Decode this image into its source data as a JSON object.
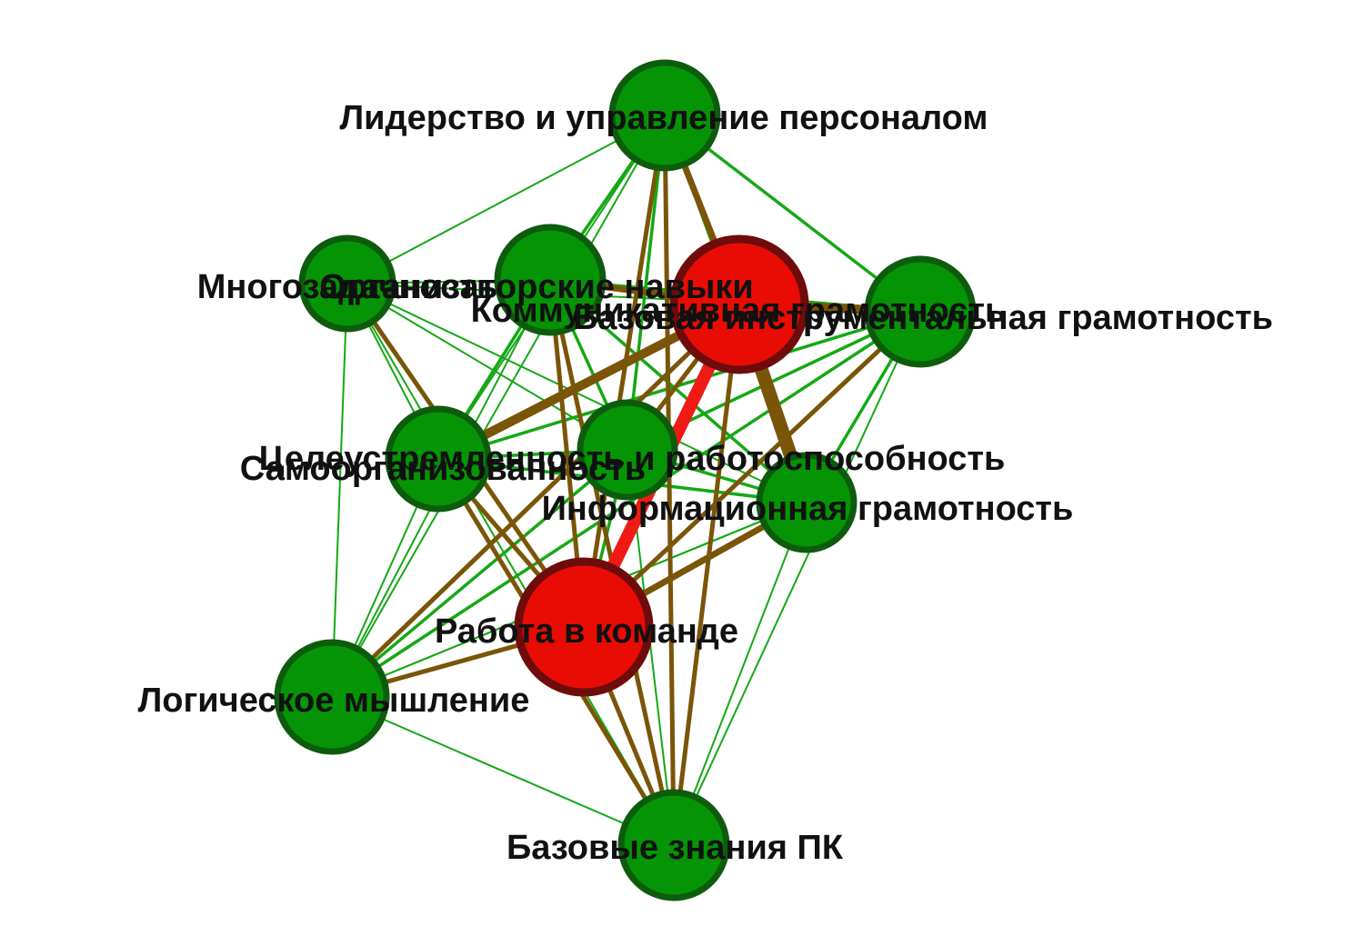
{
  "colors": {
    "background": "#ffffff",
    "node_green_fill": "#059405",
    "node_green_stroke": "#0d5c0d",
    "node_red_fill": "#e80c04",
    "node_red_stroke": "#6e0c0c",
    "edge_green": "#15a815",
    "edge_brown": "#7a5508",
    "edge_red": "#f01a14",
    "label": "#111111"
  },
  "nodes": [
    {
      "id": "leadership",
      "label": "Лидерство и управление персоналом",
      "type": "green"
    },
    {
      "id": "multitasking",
      "label": "Многозадачность",
      "type": "green"
    },
    {
      "id": "organizational",
      "label": "Организаторские навыки",
      "type": "green"
    },
    {
      "id": "communicative",
      "label": "Коммуникативная грамотность",
      "type": "red"
    },
    {
      "id": "basic_instrumental",
      "label": "Базовая инструментальная грамотность",
      "type": "green"
    },
    {
      "id": "purposefulness",
      "label": "Целеустремленность и работоспособность",
      "type": "green"
    },
    {
      "id": "self_organization",
      "label": "Самоорганизованность",
      "type": "green"
    },
    {
      "id": "informational",
      "label": "Информационная грамотность",
      "type": "green"
    },
    {
      "id": "teamwork",
      "label": "Работа в команде",
      "type": "red"
    },
    {
      "id": "logical",
      "label": "Логическое мышление",
      "type": "green"
    },
    {
      "id": "basic_pc",
      "label": "Базовые знания ПК",
      "type": "green"
    }
  ],
  "edges": [
    {
      "source": "communicative",
      "target": "teamwork",
      "kind": "red",
      "weight": 5
    },
    {
      "source": "communicative",
      "target": "informational",
      "kind": "brown",
      "weight": 5
    },
    {
      "source": "communicative",
      "target": "basic_instrumental",
      "kind": "brown",
      "weight": 4
    },
    {
      "source": "communicative",
      "target": "purposefulness",
      "kind": "brown",
      "weight": 4
    },
    {
      "source": "communicative",
      "target": "leadership",
      "kind": "brown",
      "weight": 3
    },
    {
      "source": "communicative",
      "target": "organizational",
      "kind": "brown",
      "weight": 3
    },
    {
      "source": "communicative",
      "target": "self_organization",
      "kind": "brown",
      "weight": 2
    },
    {
      "source": "communicative",
      "target": "basic_pc",
      "kind": "brown",
      "weight": 2
    },
    {
      "source": "communicative",
      "target": "logical",
      "kind": "brown",
      "weight": 2
    },
    {
      "source": "teamwork",
      "target": "informational",
      "kind": "brown",
      "weight": 3
    },
    {
      "source": "teamwork",
      "target": "logical",
      "kind": "brown",
      "weight": 2
    },
    {
      "source": "teamwork",
      "target": "basic_pc",
      "kind": "brown",
      "weight": 2
    },
    {
      "source": "teamwork",
      "target": "leadership",
      "kind": "brown",
      "weight": 2
    },
    {
      "source": "teamwork",
      "target": "basic_instrumental",
      "kind": "brown",
      "weight": 2
    },
    {
      "source": "teamwork",
      "target": "purposefulness",
      "kind": "brown",
      "weight": 2
    },
    {
      "source": "teamwork",
      "target": "multitasking",
      "kind": "brown",
      "weight": 2
    },
    {
      "source": "teamwork",
      "target": "organizational",
      "kind": "brown",
      "weight": 2
    },
    {
      "source": "basic_pc",
      "target": "leadership",
      "kind": "brown",
      "weight": 2
    },
    {
      "source": "basic_pc",
      "target": "purposefulness",
      "kind": "brown",
      "weight": 2
    },
    {
      "source": "basic_pc",
      "target": "organizational",
      "kind": "brown",
      "weight": 2
    },
    {
      "source": "leadership",
      "target": "basic_instrumental",
      "kind": "green",
      "weight": 2
    },
    {
      "source": "leadership",
      "target": "multitasking",
      "kind": "green",
      "weight": 1
    },
    {
      "source": "leadership",
      "target": "organizational",
      "kind": "green",
      "weight": 2
    },
    {
      "source": "leadership",
      "target": "self_organization",
      "kind": "green",
      "weight": 2
    },
    {
      "source": "leadership",
      "target": "purposefulness",
      "kind": "green",
      "weight": 1
    },
    {
      "source": "leadership",
      "target": "informational",
      "kind": "green",
      "weight": 1
    },
    {
      "source": "leadership",
      "target": "logical",
      "kind": "green",
      "weight": 1
    },
    {
      "source": "multitasking",
      "target": "self_organization",
      "kind": "green",
      "weight": 1
    },
    {
      "source": "multitasking",
      "target": "purposefulness",
      "kind": "green",
      "weight": 1
    },
    {
      "source": "multitasking",
      "target": "informational",
      "kind": "green",
      "weight": 1
    },
    {
      "source": "multitasking",
      "target": "logical",
      "kind": "green",
      "weight": 1
    },
    {
      "source": "multitasking",
      "target": "organizational",
      "kind": "green",
      "weight": 1
    },
    {
      "source": "multitasking",
      "target": "basic_pc",
      "kind": "green",
      "weight": 1
    },
    {
      "source": "multitasking",
      "target": "basic_instrumental",
      "kind": "green",
      "weight": 1
    },
    {
      "source": "organizational",
      "target": "basic_instrumental",
      "kind": "green",
      "weight": 2
    },
    {
      "source": "organizational",
      "target": "self_organization",
      "kind": "green",
      "weight": 2
    },
    {
      "source": "organizational",
      "target": "purposefulness",
      "kind": "green",
      "weight": 2
    },
    {
      "source": "organizational",
      "target": "informational",
      "kind": "green",
      "weight": 2
    },
    {
      "source": "organizational",
      "target": "logical",
      "kind": "green",
      "weight": 1
    },
    {
      "source": "self_organization",
      "target": "basic_instrumental",
      "kind": "green",
      "weight": 2
    },
    {
      "source": "self_organization",
      "target": "purposefulness",
      "kind": "green",
      "weight": 2
    },
    {
      "source": "self_organization",
      "target": "informational",
      "kind": "green",
      "weight": 2
    },
    {
      "source": "self_organization",
      "target": "logical",
      "kind": "green",
      "weight": 2
    },
    {
      "source": "self_organization",
      "target": "basic_pc",
      "kind": "green",
      "weight": 1
    },
    {
      "source": "self_organization",
      "target": "teamwork",
      "kind": "green",
      "weight": 2
    },
    {
      "source": "purposefulness",
      "target": "basic_instrumental",
      "kind": "green",
      "weight": 2
    },
    {
      "source": "purposefulness",
      "target": "informational",
      "kind": "green",
      "weight": 2
    },
    {
      "source": "purposefulness",
      "target": "logical",
      "kind": "green",
      "weight": 1
    },
    {
      "source": "informational",
      "target": "basic_instrumental",
      "kind": "green",
      "weight": 2
    },
    {
      "source": "informational",
      "target": "basic_pc",
      "kind": "green",
      "weight": 1
    },
    {
      "source": "informational",
      "target": "logical",
      "kind": "green",
      "weight": 1
    },
    {
      "source": "basic_instrumental",
      "target": "logical",
      "kind": "green",
      "weight": 2
    },
    {
      "source": "basic_instrumental",
      "target": "basic_pc",
      "kind": "green",
      "weight": 1
    },
    {
      "source": "logical",
      "target": "basic_pc",
      "kind": "green",
      "weight": 1
    },
    {
      "source": "logical",
      "target": "informational",
      "kind": "green",
      "weight": 1
    }
  ]
}
